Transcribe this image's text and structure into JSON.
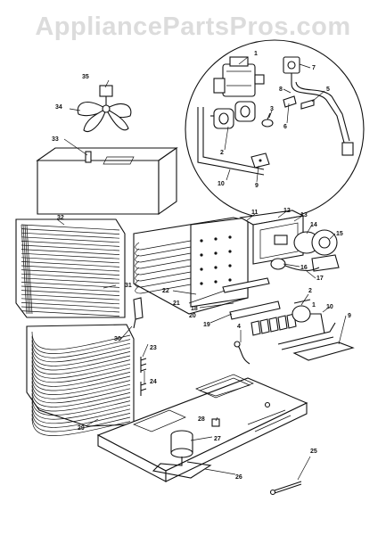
{
  "watermark": "AppliancePartsPros.com",
  "callouts": {
    "c1": "1",
    "c2": "2",
    "c3": "3",
    "c5": "5",
    "c6": "6",
    "c7": "7",
    "c8": "8",
    "c9": "9",
    "c10": "10",
    "c11": "11",
    "c12": "12",
    "c13": "13",
    "c14": "14",
    "c15": "15",
    "c16": "16",
    "c17": "17",
    "c18": "18",
    "c19": "19",
    "c20": "20",
    "c21": "21",
    "c22": "22",
    "c23": "23",
    "c24": "24",
    "c25": "25",
    "c26": "26",
    "c27": "27",
    "c28": "28",
    "c29": "29",
    "c30": "30",
    "c31": "31",
    "c32": "32",
    "c33": "33",
    "c34": "34",
    "c35": "35",
    "b1": "1",
    "b2": "2",
    "b4": "4",
    "b9": "9",
    "b10": "10"
  }
}
